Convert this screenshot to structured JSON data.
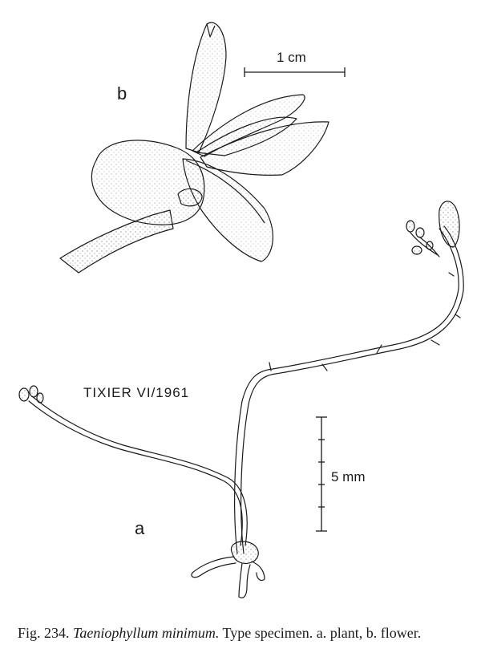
{
  "labels": {
    "flower_letter": "b",
    "plant_letter": "a",
    "collector": "TIXIER VI/1961",
    "scale_flower": "1 cm",
    "scale_plant": "5 mm"
  },
  "caption": {
    "prefix": "Fig. 234.",
    "species": "Taeniophyllum minimum.",
    "text": "Type specimen. a. plant, b. flower."
  },
  "colors": {
    "ink": "#1a1a1a",
    "paper": "#ffffff"
  }
}
